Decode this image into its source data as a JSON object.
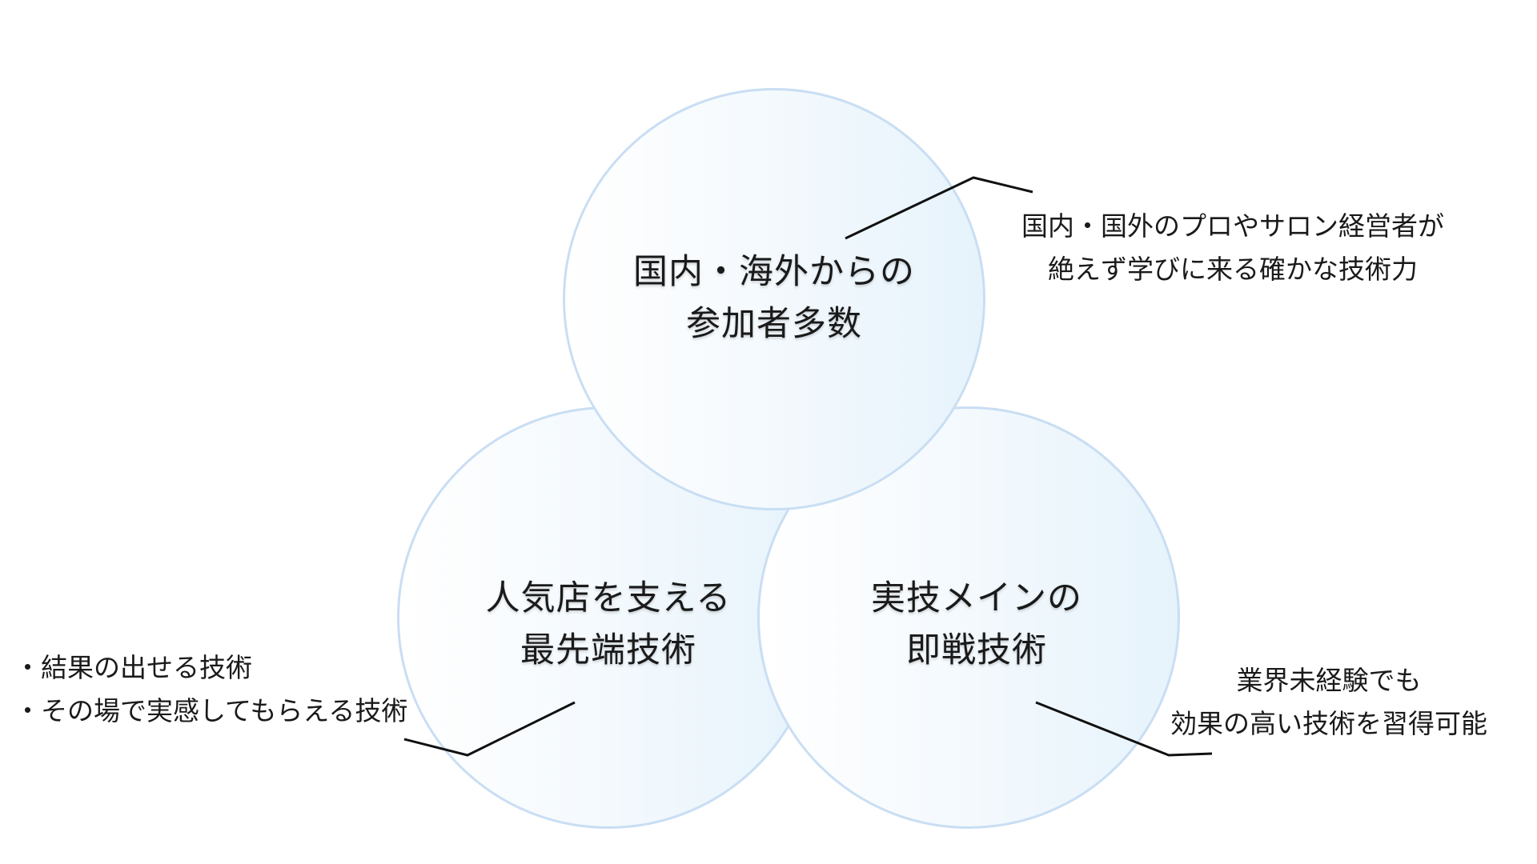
{
  "circles": {
    "top": {
      "line1": "国内・海外からの",
      "line2": "参加者多数"
    },
    "left": {
      "line1": "人気店を支える",
      "line2": "最先端技術"
    },
    "right": {
      "line1": "実技メインの",
      "line2": "即戦技術"
    }
  },
  "callouts": {
    "top": {
      "line1": "国内・国外のプロやサロン経営者が",
      "line2": "絶えず学びに来る確かな技術力"
    },
    "left": {
      "line1": "・結果の出せる技術",
      "line2": "・その場で実感してもらえる技術"
    },
    "right": {
      "line1": "業界未経験でも",
      "line2": "効果の高い技術を習得可能"
    }
  },
  "colors": {
    "circle_border": "#c9def3",
    "circle_fill_light": "#ffffff",
    "circle_fill_tint": "#e6f3fb",
    "leader_line": "#111111"
  }
}
